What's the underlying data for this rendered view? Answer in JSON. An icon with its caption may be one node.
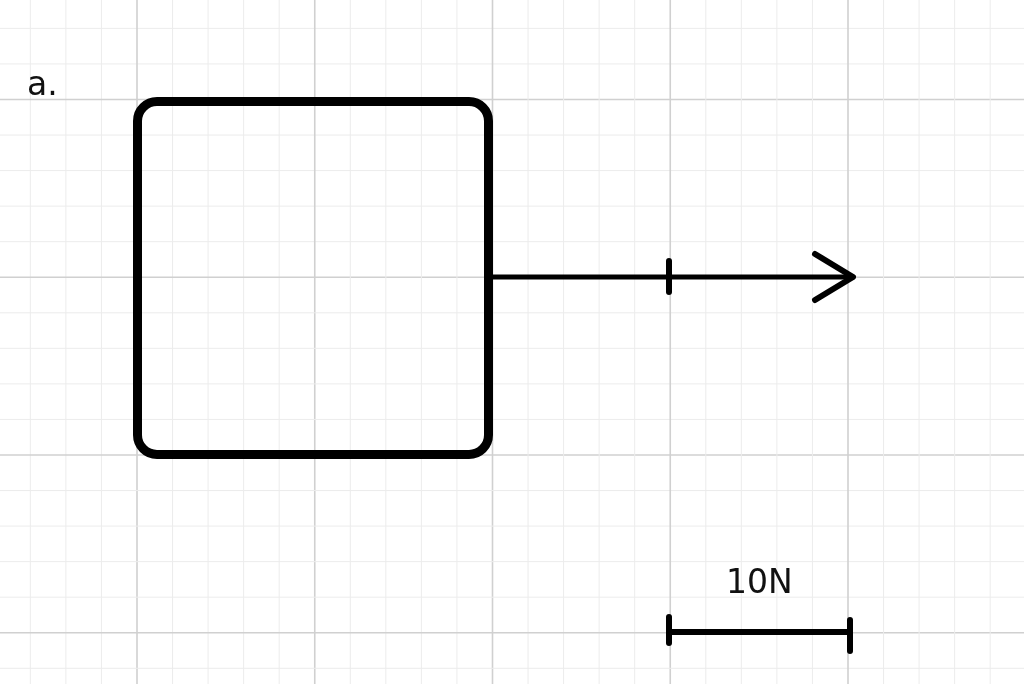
{
  "diagram": {
    "nodes": [
      {
        "text": [],
        "shape": "box"
      }
    ],
    "labels": [
      "a.",
      "10N"
    ]
  }
}
